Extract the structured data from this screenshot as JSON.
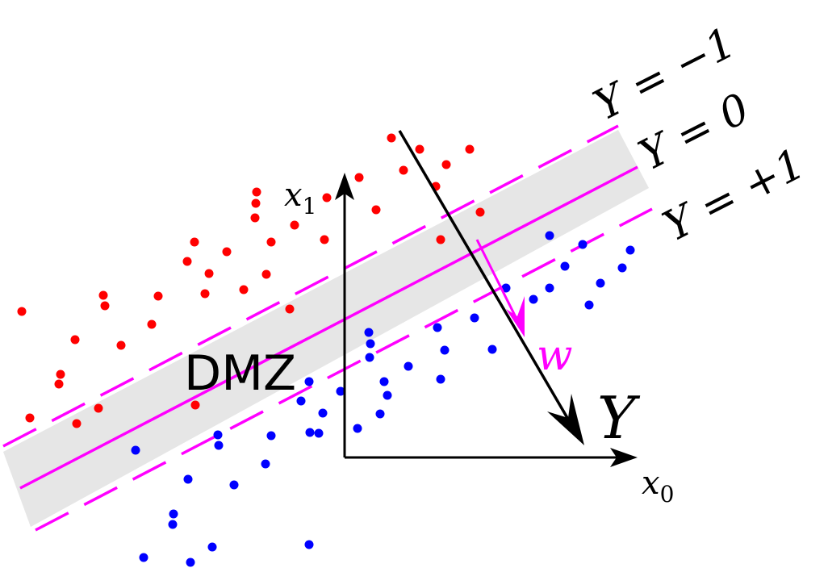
{
  "labels": {
    "line_neg": "Y = −1",
    "line_zero": "Y = 0",
    "line_pos": "Y = +1",
    "axis_x1_base": "x",
    "axis_x1_sub": "1",
    "axis_x0_base": "x",
    "axis_x0_sub": "0",
    "w": "w",
    "Y": "Y",
    "dmz": "DMZ"
  },
  "colors": {
    "band_fill": "#e6e6e6",
    "margin_line": "#ff00ff",
    "w_vector": "#ff00ff",
    "red_points": "#ff0000",
    "blue_points": "#0000ff",
    "axes": "#000000"
  },
  "points": {
    "red": [
      [
        27,
        386
      ],
      [
        37,
        518
      ],
      [
        75,
        464
      ],
      [
        73,
        476
      ],
      [
        93,
        421
      ],
      [
        95,
        525
      ],
      [
        122,
        506
      ],
      [
        128,
        366
      ],
      [
        130,
        379
      ],
      [
        150,
        428
      ],
      [
        188,
        402
      ],
      [
        196,
        367
      ],
      [
        232,
        324
      ],
      [
        241,
        300
      ],
      [
        242,
        502
      ],
      [
        254,
        364
      ],
      [
        259,
        339
      ],
      [
        281,
        312
      ],
      [
        302,
        359
      ],
      [
        318,
        238
      ],
      [
        317,
        252
      ],
      [
        316,
        270
      ],
      [
        336,
        300
      ],
      [
        330,
        340
      ],
      [
        359,
        383
      ],
      [
        365,
        279
      ],
      [
        402,
        297
      ],
      [
        405,
        245
      ],
      [
        445,
        220
      ],
      [
        466,
        260
      ],
      [
        485,
        171
      ],
      [
        500,
        211
      ],
      [
        520,
        185
      ],
      [
        540,
        231
      ],
      [
        546,
        297
      ],
      [
        553,
        204
      ],
      [
        582,
        185
      ],
      [
        595,
        263
      ]
    ],
    "blue": [
      [
        168,
        558
      ],
      [
        178,
        691
      ],
      [
        215,
        637
      ],
      [
        214,
        650
      ],
      [
        233,
        594
      ],
      [
        236,
        697
      ],
      [
        263,
        678
      ],
      [
        270,
        539
      ],
      [
        271,
        552
      ],
      [
        290,
        601
      ],
      [
        329,
        575
      ],
      [
        336,
        540
      ],
      [
        373,
        497
      ],
      [
        383,
        473
      ],
      [
        383,
        675
      ],
      [
        384,
        536
      ],
      [
        395,
        537
      ],
      [
        400,
        512
      ],
      [
        422,
        485
      ],
      [
        443,
        531
      ],
      [
        457,
        412
      ],
      [
        459,
        426
      ],
      [
        458,
        443
      ],
      [
        476,
        473
      ],
      [
        471,
        513
      ],
      [
        480,
        490
      ],
      [
        506,
        454
      ],
      [
        546,
        470
      ],
      [
        542,
        406
      ],
      [
        551,
        434
      ],
      [
        588,
        394
      ],
      [
        610,
        433
      ],
      [
        627,
        357
      ],
      [
        661,
        371
      ],
      [
        681,
        292
      ],
      [
        681,
        357
      ],
      [
        700,
        330
      ],
      [
        722,
        303
      ],
      [
        730,
        378
      ],
      [
        744,
        351
      ],
      [
        771,
        332
      ],
      [
        781,
        310
      ]
    ]
  }
}
